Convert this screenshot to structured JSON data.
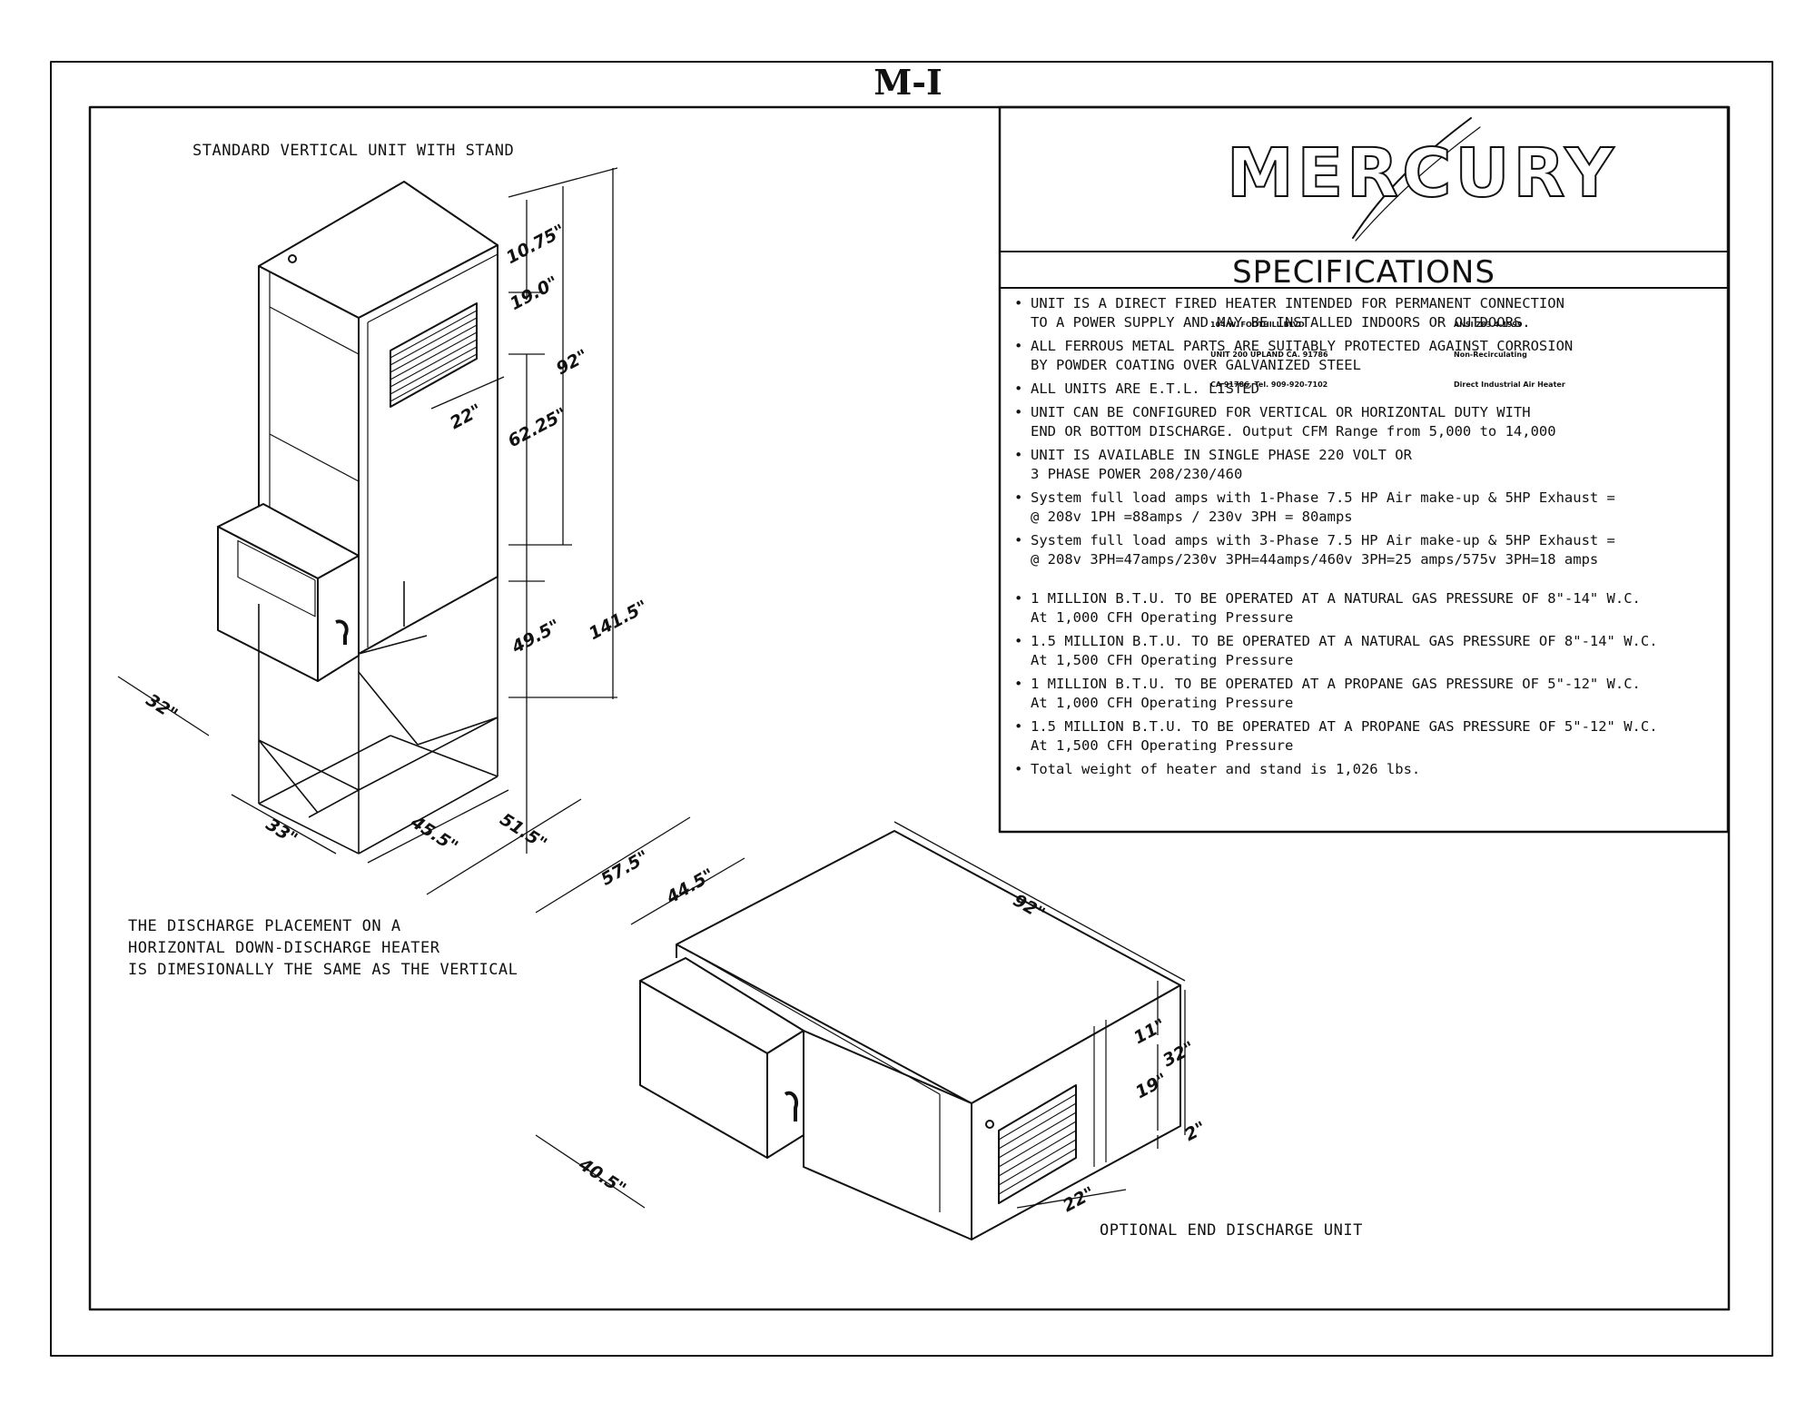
{
  "sheet_title": "M-I",
  "vertical_unit_label": "STANDARD VERTICAL UNIT WITH STAND",
  "discharge_note": [
    "THE DISCHARGE PLACEMENT ON A",
    "HORIZONTAL DOWN-DISCHARGE HEATER",
    "IS DIMESIONALLY THE SAME AS THE VERTICAL"
  ],
  "end_discharge_label": "OPTIONAL END DISCHARGE UNIT",
  "logo": {
    "word": "MERCURY",
    "address_left": [
      "104 W. FOOTHILL BLVD.",
      "UNIT 200 UPLAND CA. 91786",
      "CA 91786, Tel. 909-920-7102"
    ],
    "address_right": [
      "ANSI Z83.4-1999",
      "Non-Recirculating",
      "Direct Industrial Air Heater"
    ]
  },
  "specifications": {
    "title": "SPECIFICATIONS",
    "items": [
      "UNIT IS A DIRECT FIRED HEATER INTENDED FOR PERMANENT CONNECTION\nTO A POWER SUPPLY AND MAY BE INSTALLED INDOORS OR OUTDOORS.",
      "ALL FERROUS METAL PARTS ARE SUITABLY PROTECTED AGAINST CORROSION\nBY POWDER COATING OVER GALVANIZED STEEL",
      "ALL UNITS ARE E.T.L. LISTED",
      "UNIT CAN BE CONFIGURED FOR VERTICAL OR HORIZONTAL DUTY WITH\nEND OR BOTTOM DISCHARGE. Output CFM Range from 5,000 to 14,000",
      "UNIT IS AVAILABLE IN SINGLE PHASE 220 VOLT OR\n3 PHASE POWER 208/230/460",
      "System full load amps with 1-Phase 7.5 HP Air make-up & 5HP Exhaust =\n@ 208v 1PH =88amps / 230v 3PH = 80amps",
      "System full load amps with 3-Phase 7.5 HP Air make-up & 5HP Exhaust =\n@ 208v 3PH=47amps/230v 3PH=44amps/460v 3PH=25 amps/575v 3PH=18 amps",
      "1 MILLION B.T.U. TO BE OPERATED AT A NATURAL GAS PRESSURE OF 8\"-14\" W.C.\nAt 1,000 CFH Operating Pressure",
      "1.5 MILLION B.T.U. TO BE OPERATED AT A NATURAL GAS PRESSURE OF 8\"-14\" W.C.\nAt 1,500 CFH Operating Pressure",
      "1 MILLION B.T.U. TO BE OPERATED AT A PROPANE GAS PRESSURE OF 5\"-12\" W.C.\nAt 1,000 CFH Operating Pressure",
      "1.5 MILLION B.T.U. TO BE OPERATED AT A PROPANE GAS PRESSURE OF 5\"-12\" W.C.\nAt 1,500 CFH Operating Pressure",
      "Total weight of heater and stand is 1,026 lbs."
    ]
  },
  "dimensions": {
    "v_top": "10.75\"",
    "v_louver_h": "19.0\"",
    "v_upper": "92\"",
    "v_louver_w": "22\"",
    "v_mid": "62.25\"",
    "v_stand": "49.5\"",
    "v_total": "141.5\"",
    "v_depth": "32\"",
    "v_width": "33\"",
    "v_base": "45.5\"",
    "v_base_outer": "51.5\"",
    "h_outer_depth": "57.5\"",
    "h_inner_depth": "44.5\"",
    "h_length": "92\"",
    "h_top": "11\"",
    "h_height": "32\"",
    "h_mid": "19\"",
    "h_foot": "2\"",
    "h_box": "40.5\"",
    "h_louver": "22\""
  }
}
